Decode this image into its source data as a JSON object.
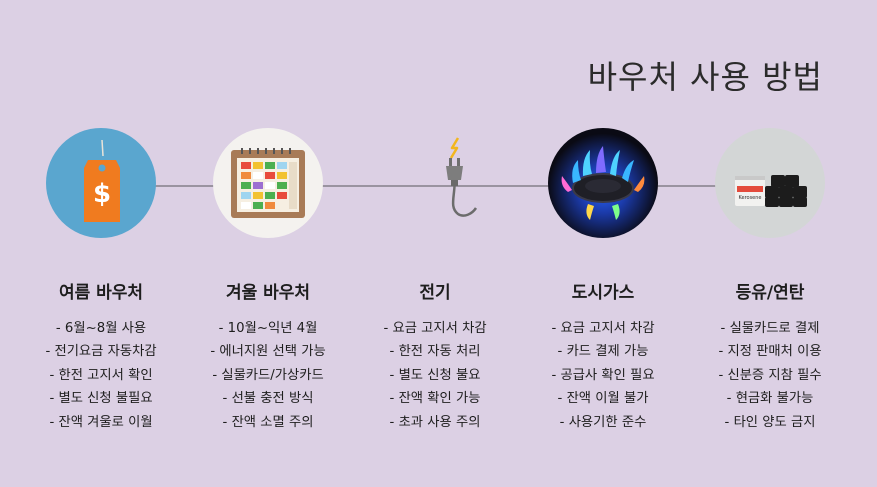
{
  "title": "바우처 사용 방법",
  "colors": {
    "background": "#dcd0e4",
    "line": "#9a93a0"
  },
  "steps": [
    {
      "icon": "price-tag-icon",
      "heading": "여름 바우처",
      "items": [
        "- 6월~8월 사용",
        "- 전기요금 자동차감",
        "- 한전 고지서 확인",
        "- 별도 신청 불필요",
        "- 잔액 겨울로 이월"
      ]
    },
    {
      "icon": "calendar-icon",
      "heading": "겨울 바우처",
      "items": [
        "- 10월~익년 4월",
        "- 에너지원 선택 가능",
        "- 실물카드/가상카드",
        "- 선불 충전 방식",
        "- 잔액 소멸 주의"
      ]
    },
    {
      "icon": "electric-plug-icon",
      "heading": "전기",
      "items": [
        "- 요금 고지서 차감",
        "- 한전 자동 처리",
        "- 별도 신청 불요",
        "- 잔액 확인 가능",
        "- 초과 사용 주의"
      ]
    },
    {
      "icon": "gas-burner-icon",
      "heading": "도시가스",
      "items": [
        "- 요금 고지서 차감",
        "- 카드 결제 가능",
        "- 공급사 확인 필요",
        "- 잔액 이월 불가",
        "- 사용기한 준수"
      ]
    },
    {
      "icon": "kerosene-coal-icon",
      "heading": "등유/연탄",
      "label_on_can": "Kerosene",
      "items": [
        "- 실물카드로 결제",
        "- 지정 판매처 이용",
        "- 신분증 지참 필수",
        "- 현금화 불가능",
        "- 타인 양도 금지"
      ]
    }
  ]
}
